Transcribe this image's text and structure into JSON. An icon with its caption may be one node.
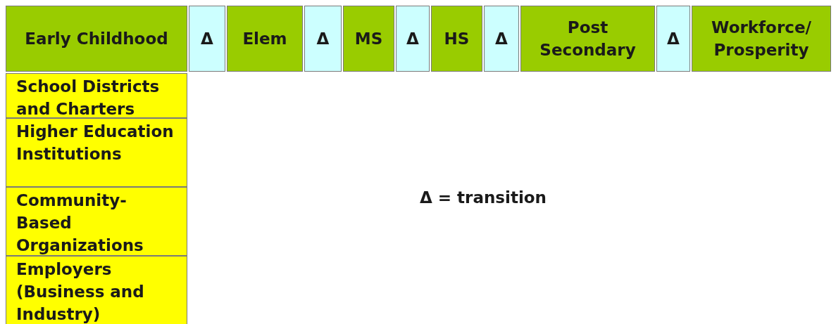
{
  "diagram": {
    "nodes": [
      {
        "text": [
          "Early Childhood"
        ]
      },
      {
        "text": [
          "Δ"
        ]
      },
      {
        "text": [
          "Elem"
        ]
      },
      {
        "text": [
          "Δ"
        ]
      },
      {
        "text": [
          "MS"
        ]
      },
      {
        "text": [
          "Δ"
        ]
      },
      {
        "text": [
          "HS"
        ]
      },
      {
        "text": [
          "Δ"
        ]
      },
      {
        "text": [
          "Post Secondary"
        ]
      },
      {
        "text": [
          "Δ"
        ]
      },
      {
        "text": [
          "Workforce/ Prosperity"
        ]
      },
      {
        "text": [
          "School Districts and Charters"
        ]
      },
      {
        "text": [
          "Higher Education Institutions"
        ]
      },
      {
        "text": [
          "Community-Based Organizations"
        ]
      },
      {
        "text": [
          "Employers (Business and Industry)"
        ]
      }
    ],
    "edges": [],
    "labels": [
      "Δ = transition"
    ]
  }
}
